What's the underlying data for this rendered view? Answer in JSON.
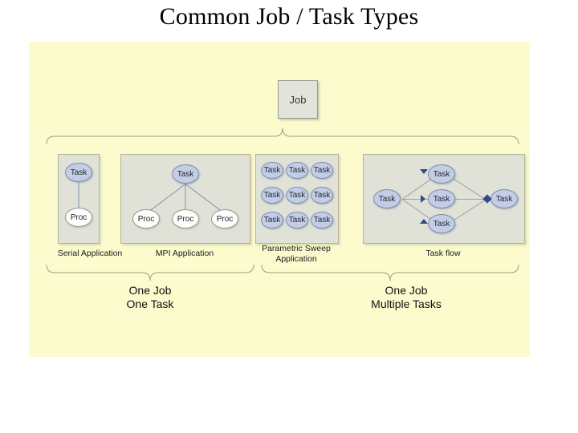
{
  "slide": {
    "title": "Common Job / Task Types"
  },
  "diagram": {
    "root": {
      "label": "Job"
    },
    "panels": [
      {
        "id": "serial",
        "caption": "Serial Application",
        "nodes": [
          {
            "label": "Task",
            "kind": "task"
          },
          {
            "label": "Proc",
            "kind": "proc"
          }
        ]
      },
      {
        "id": "mpi",
        "caption": "MPI Application",
        "nodes": [
          {
            "label": "Task",
            "kind": "task"
          },
          {
            "label": "Proc",
            "kind": "proc"
          },
          {
            "label": "Proc",
            "kind": "proc"
          },
          {
            "label": "Proc",
            "kind": "proc"
          }
        ]
      },
      {
        "id": "parametric",
        "caption_line1": "Parametric Sweep",
        "caption_line2": "Application",
        "nodes": [
          {
            "label": "Task",
            "kind": "task"
          },
          {
            "label": "Task",
            "kind": "task"
          },
          {
            "label": "Task",
            "kind": "task"
          },
          {
            "label": "Task",
            "kind": "task"
          },
          {
            "label": "Task",
            "kind": "task"
          },
          {
            "label": "Task",
            "kind": "task"
          },
          {
            "label": "Task",
            "kind": "task"
          },
          {
            "label": "Task",
            "kind": "task"
          },
          {
            "label": "Task",
            "kind": "task"
          }
        ]
      },
      {
        "id": "taskflow",
        "caption": "Task flow",
        "nodes": [
          {
            "label": "Task",
            "kind": "task"
          },
          {
            "label": "Task",
            "kind": "task"
          },
          {
            "label": "Task",
            "kind": "task"
          },
          {
            "label": "Task",
            "kind": "task"
          },
          {
            "label": "Task",
            "kind": "task"
          }
        ]
      }
    ],
    "summaries": [
      {
        "id": "one-task",
        "line1": "One Job",
        "line2": "One Task"
      },
      {
        "id": "multiple-tasks",
        "line1": "One Job",
        "line2": "Multiple Tasks"
      }
    ]
  },
  "colors": {
    "canvas_background": "#fbfbcd",
    "panel_background": "#e0e2d8",
    "job_box_background": "#e2e4dc",
    "task_node_fill": "#c3cee6",
    "task_node_stroke": "#7c8dae",
    "proc_node_fill": "#fdfdfa",
    "proc_node_stroke": "#9b9b90",
    "brace_stroke": "#9e9e86",
    "arrow_fill": "#2f4b8a",
    "title_color": "#000000"
  }
}
